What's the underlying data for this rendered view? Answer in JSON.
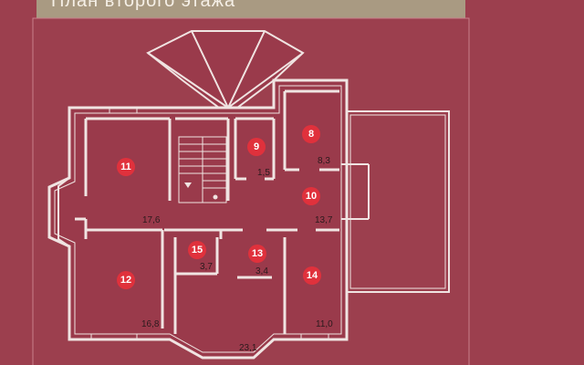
{
  "title": "План второго этажа",
  "colors": {
    "background": "#9c3f4e",
    "room_fill": "#9a3a4b",
    "wall": "#f0e4e2",
    "marker": "#e0313c",
    "title_band": "#a99a82"
  },
  "rooms": [
    {
      "number": "8"
    },
    {
      "number": "9"
    },
    {
      "number": "10"
    },
    {
      "number": "11"
    },
    {
      "number": "12"
    },
    {
      "number": "13"
    },
    {
      "number": "14"
    },
    {
      "number": "15"
    }
  ],
  "areas": [
    "8,3",
    "1,5",
    "17,6",
    "13,7",
    "3,7",
    "3,4",
    "16,8",
    "11,0",
    "23,1"
  ]
}
